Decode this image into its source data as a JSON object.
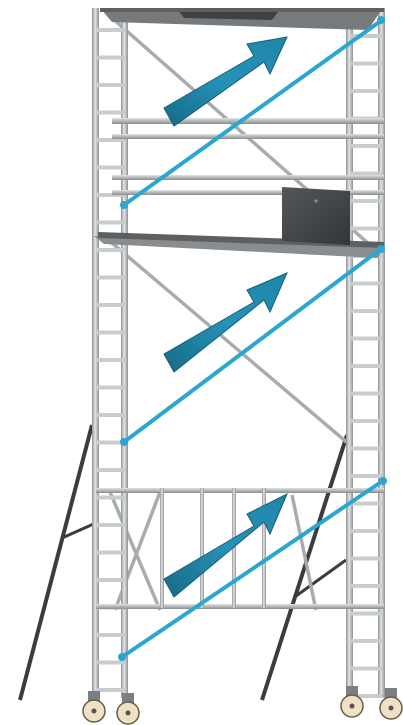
{
  "figure": {
    "subject": "mobile-aluminium-scaffold-tower",
    "components": [
      "left-ladder-frame",
      "right-ladder-frame",
      "platforms",
      "trapdoor-hatch",
      "diagonal-braces",
      "blue-diagonal-braces",
      "stabiliser-outriggers",
      "castor-wheels",
      "direction-arrows"
    ]
  },
  "colors": {
    "frame": "#b9bcbe",
    "frame_shade": "#8e9194",
    "platform": "#5d6063",
    "platform_top": "#777a7d",
    "hatch": "#3f4244",
    "blue_brace": "#2aa6cf",
    "arrow": "#1f85a8",
    "arrow_dark": "#176a87",
    "outrigger": "#3a3c3e",
    "wheel": "#efe1c4",
    "wheel_rim": "#6a5b45"
  },
  "arrows": [
    {
      "direction": "up-right",
      "tier": "top"
    },
    {
      "direction": "up-right",
      "tier": "middle"
    },
    {
      "direction": "up-right",
      "tier": "bottom"
    }
  ]
}
